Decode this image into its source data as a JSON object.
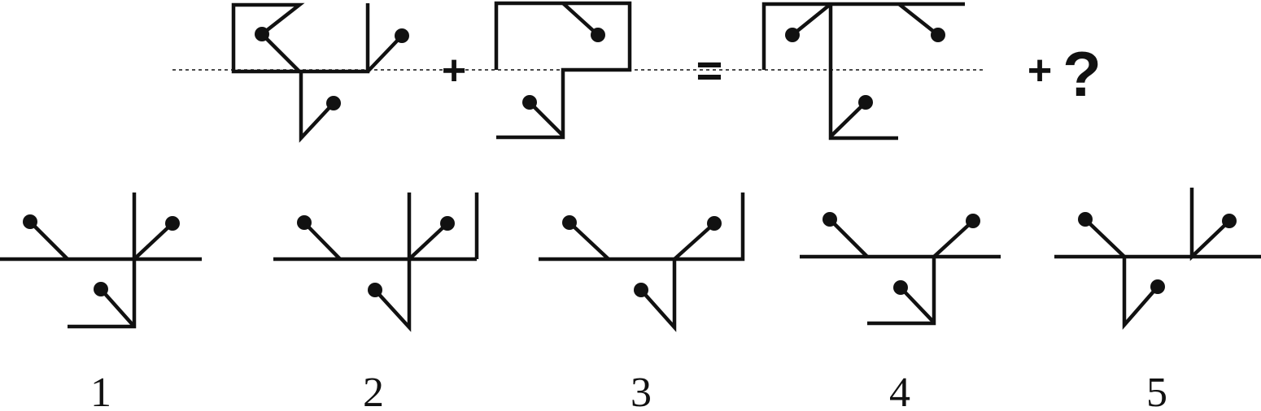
{
  "equation": {
    "plus_1": "+",
    "plus_2": "+",
    "equals": "=",
    "question": "?"
  },
  "options": [
    {
      "label": "1"
    },
    {
      "label": "2"
    },
    {
      "label": "3"
    },
    {
      "label": "4"
    },
    {
      "label": "5"
    }
  ],
  "colors": {
    "ink": "#111111",
    "background": "#ffffff"
  }
}
